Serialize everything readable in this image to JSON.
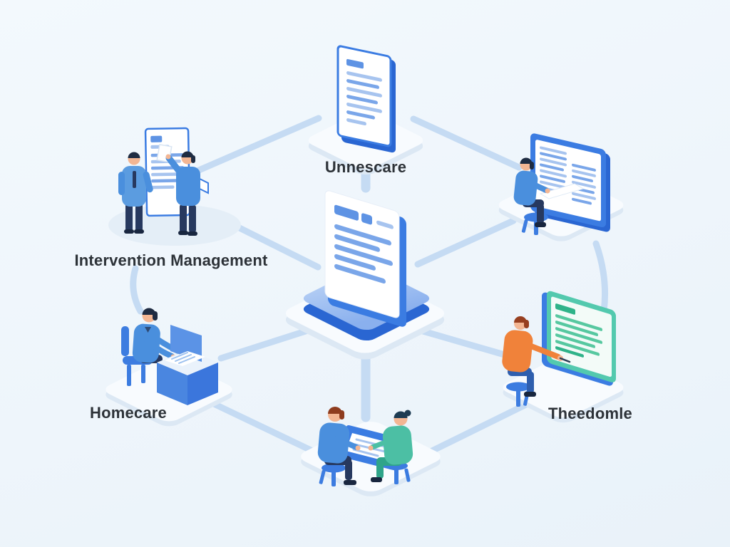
{
  "illustration": {
    "type": "isometric-network-diagram",
    "center_node": {
      "id": "central-document",
      "label": ""
    },
    "nodes": [
      {
        "id": "shared-document",
        "label": "Unnescare"
      },
      {
        "id": "team-board",
        "label": "Intervention Management"
      },
      {
        "id": "review-screen",
        "label": ""
      },
      {
        "id": "laptop-workstation",
        "label": "Homecare"
      },
      {
        "id": "presentation-screen",
        "label": "Theedomle"
      },
      {
        "id": "consultation",
        "label": ""
      }
    ]
  },
  "colors": {
    "background": "#eef5fb",
    "connector": "#c5dbf3",
    "primary_blue": "#3b7ce2",
    "deep_blue": "#2a66d2",
    "soft_blue": "#aac7f2",
    "doc_line_blue": "#a7c4ef",
    "doc_line_strong": "#7aa6e9",
    "doc_chip_blue": "#5e93e4",
    "platform_white": "#f8fbfe",
    "platform_shadow": "#dce8f4",
    "soft_shadow": "#e4eef7",
    "skin": "#f3b693",
    "hair_dark": "#1f2c42",
    "hair_brown": "#973f20",
    "shirt_blue": "#4a8fdd",
    "jacket_blue": "#5b9ce0",
    "pants_dark": "#27395f",
    "shoe_dark": "#18263f",
    "stool_blue": "#3c7ce0",
    "shirt_orange": "#f0823a",
    "jeans_blue": "#2f5fae",
    "teal_frame": "#53c9ae",
    "teal_chip": "#2fb389",
    "teal_line": "#57c8a0",
    "shirt_teal": "#4cbfa4",
    "pants_teal": "#2fa489",
    "desk_blue": "#4a86e0",
    "desk_blue_dark": "#3b76dc",
    "laptop_blue": "#5b93e6",
    "key_stripe": "#9fc2ef",
    "label_text": "#2d3238"
  }
}
